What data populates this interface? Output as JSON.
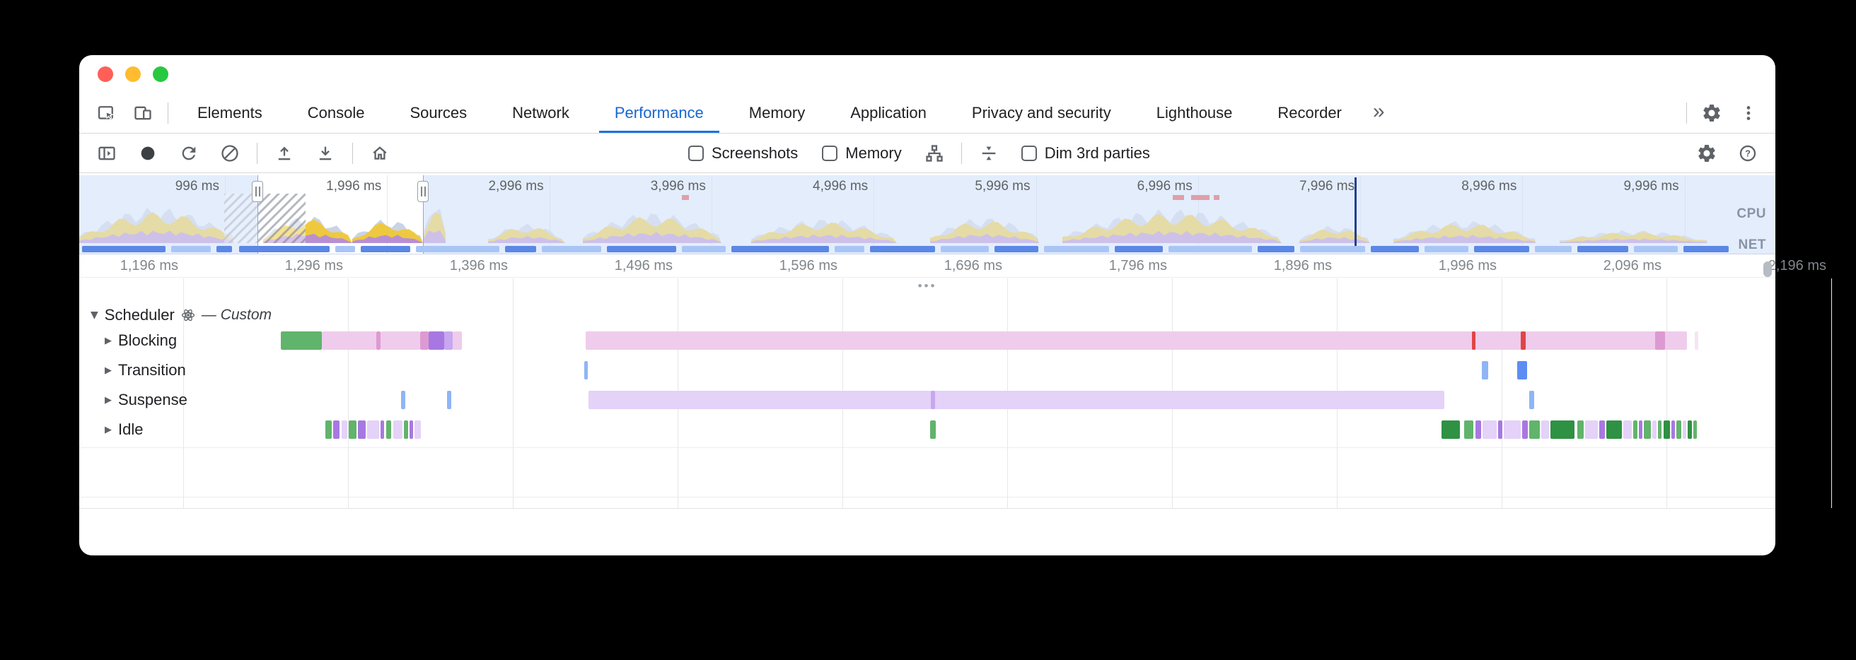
{
  "colors": {
    "accent": "#1a73e8",
    "pink": "#efccec",
    "pink_dark": "#dd9ad2",
    "pink_light": "#f7e4f4",
    "lavender": "#e4d2f8",
    "purple": "#a878e2",
    "purple_light": "#c7a7ef",
    "green": "#61b46b",
    "green_dark": "#2f9143",
    "red": "#e04545",
    "blue": "#8fb5f5",
    "blue_strong": "#5c8ef2"
  },
  "devtools": {
    "tabs": [
      "Elements",
      "Console",
      "Sources",
      "Network",
      "Performance",
      "Memory",
      "Application",
      "Privacy and security",
      "Lighthouse",
      "Recorder"
    ],
    "selected_tab": "Performance",
    "more_tabs": "»"
  },
  "toolbar": {
    "screenshots_label": "Screenshots",
    "memory_label": "Memory",
    "dim_label": "Dim 3rd parties"
  },
  "overview": {
    "time_labels": [
      "996 ms",
      "1,996 ms",
      "2,996 ms",
      "3,996 ms",
      "4,996 ms",
      "5,996 ms",
      "6,996 ms",
      "7,996 ms",
      "8,996 ms",
      "9,996 ms"
    ],
    "cpu_label": "CPU",
    "net_label": "NET",
    "net_segments": [
      [
        4,
        118,
        0
      ],
      [
        130,
        56,
        1
      ],
      [
        194,
        22,
        0
      ],
      [
        226,
        128,
        0
      ],
      [
        362,
        28,
        1
      ],
      [
        398,
        70,
        0
      ],
      [
        476,
        118,
        1
      ],
      [
        602,
        44,
        0
      ],
      [
        654,
        84,
        1
      ],
      [
        746,
        98,
        0
      ],
      [
        852,
        62,
        1
      ],
      [
        922,
        138,
        0
      ],
      [
        1068,
        42,
        1
      ],
      [
        1118,
        92,
        0
      ],
      [
        1218,
        68,
        1
      ],
      [
        1294,
        62,
        0
      ],
      [
        1364,
        92,
        1
      ],
      [
        1464,
        68,
        0
      ],
      [
        1540,
        118,
        1
      ],
      [
        1666,
        52,
        0
      ],
      [
        1726,
        92,
        1
      ],
      [
        1826,
        68,
        0
      ],
      [
        1902,
        62,
        1
      ],
      [
        1972,
        78,
        0
      ],
      [
        2058,
        52,
        1
      ],
      [
        2118,
        72,
        0
      ],
      [
        2198,
        62,
        1
      ],
      [
        2268,
        64,
        0
      ]
    ]
  },
  "ruler": {
    "labels": [
      "1,196 ms",
      "1,296 ms",
      "1,396 ms",
      "1,496 ms",
      "1,596 ms",
      "1,696 ms",
      "1,796 ms",
      "1,896 ms",
      "1,996 ms",
      "2,096 ms",
      "2,196 ms"
    ]
  },
  "divider": {
    "dots": "•••"
  },
  "tracks": {
    "group_label": "Scheduler",
    "group_annotation": "— Custom",
    "rows": [
      {
        "label": "Blocking",
        "bars": [
          [
            285,
            58,
            "green"
          ],
          [
            343,
            77,
            "pink"
          ],
          [
            420,
            6,
            "pink_dark"
          ],
          [
            426,
            56,
            "pink"
          ],
          [
            482,
            12,
            "pink_dark"
          ],
          [
            494,
            22,
            "purple"
          ],
          [
            516,
            12,
            "purple_light"
          ],
          [
            528,
            13,
            "pink"
          ],
          [
            716,
            1557,
            "pink"
          ],
          [
            1969,
            5,
            "red"
          ],
          [
            2038,
            7,
            "red"
          ],
          [
            2228,
            14,
            "pink_dark"
          ],
          [
            2284,
            5,
            "pink_light"
          ]
        ]
      },
      {
        "label": "Transition",
        "bars": [
          [
            714,
            5,
            "blue"
          ],
          [
            1983,
            9,
            "blue"
          ],
          [
            2033,
            14,
            "blue_strong"
          ]
        ]
      },
      {
        "label": "Suspense",
        "bars": [
          [
            455,
            6,
            "blue"
          ],
          [
            520,
            6,
            "blue"
          ],
          [
            720,
            1210,
            "lavender"
          ],
          [
            1204,
            6,
            "purple_light"
          ],
          [
            2050,
            7,
            "blue"
          ]
        ]
      },
      {
        "label": "Idle",
        "bars": [
          [
            348,
            9,
            "green"
          ],
          [
            359,
            9,
            "purple"
          ],
          [
            371,
            8,
            "lavender"
          ],
          [
            381,
            11,
            "green"
          ],
          [
            394,
            11,
            "purple"
          ],
          [
            407,
            17,
            "lavender"
          ],
          [
            426,
            5,
            "purple"
          ],
          [
            434,
            7,
            "green"
          ],
          [
            444,
            13,
            "lavender"
          ],
          [
            459,
            6,
            "green"
          ],
          [
            467,
            5,
            "purple"
          ],
          [
            474,
            9,
            "lavender"
          ],
          [
            1203,
            8,
            "green"
          ],
          [
            1926,
            26,
            "green_dark"
          ],
          [
            1958,
            13,
            "green"
          ],
          [
            1974,
            8,
            "purple"
          ],
          [
            1984,
            20,
            "lavender"
          ],
          [
            2006,
            6,
            "purple"
          ],
          [
            2014,
            24,
            "lavender"
          ],
          [
            2040,
            8,
            "purple"
          ],
          [
            2050,
            15,
            "green"
          ],
          [
            2067,
            11,
            "lavender"
          ],
          [
            2080,
            34,
            "green_dark"
          ],
          [
            2118,
            9,
            "green"
          ],
          [
            2129,
            18,
            "lavender"
          ],
          [
            2149,
            8,
            "purple"
          ],
          [
            2159,
            22,
            "green_dark"
          ],
          [
            2183,
            12,
            "lavender"
          ],
          [
            2197,
            6,
            "green"
          ],
          [
            2205,
            5,
            "purple"
          ],
          [
            2212,
            10,
            "green"
          ],
          [
            2224,
            6,
            "lavender"
          ],
          [
            2232,
            5,
            "green"
          ],
          [
            2240,
            9,
            "green_dark"
          ],
          [
            2251,
            5,
            "purple"
          ],
          [
            2258,
            7,
            "green"
          ],
          [
            2267,
            5,
            "lavender"
          ],
          [
            2274,
            6,
            "green_dark"
          ],
          [
            2282,
            5,
            "green"
          ]
        ]
      }
    ]
  }
}
